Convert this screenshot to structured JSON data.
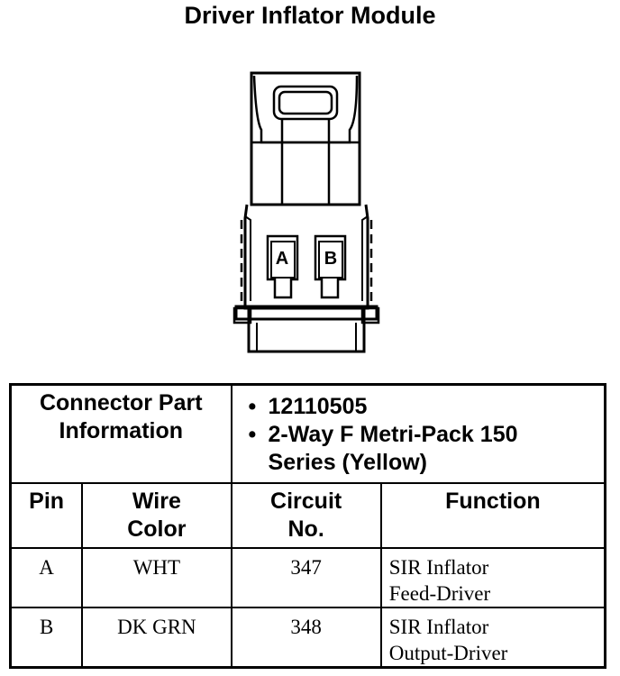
{
  "title": "Driver Inflator Module",
  "connector": {
    "pins": [
      "A",
      "B"
    ]
  },
  "info": {
    "part_label_line1": "Connector Part",
    "part_label_line2": "Information",
    "part_number": "12110505",
    "part_desc_line1": "2-Way F Metri-Pack 150",
    "part_desc_line2": "Series (Yellow)"
  },
  "headers": {
    "pin": "Pin",
    "wire_line1": "Wire",
    "wire_line2": "Color",
    "circuit_line1": "Circuit",
    "circuit_line2": "No.",
    "function": "Function"
  },
  "rows": [
    {
      "pin": "A",
      "wire": "WHT",
      "circuit": "347",
      "function_line1": "SIR Inflator",
      "function_line2": "Feed-Driver"
    },
    {
      "pin": "B",
      "wire": "DK GRN",
      "circuit": "348",
      "function_line1": "SIR Inflator",
      "function_line2": "Output-Driver"
    }
  ]
}
